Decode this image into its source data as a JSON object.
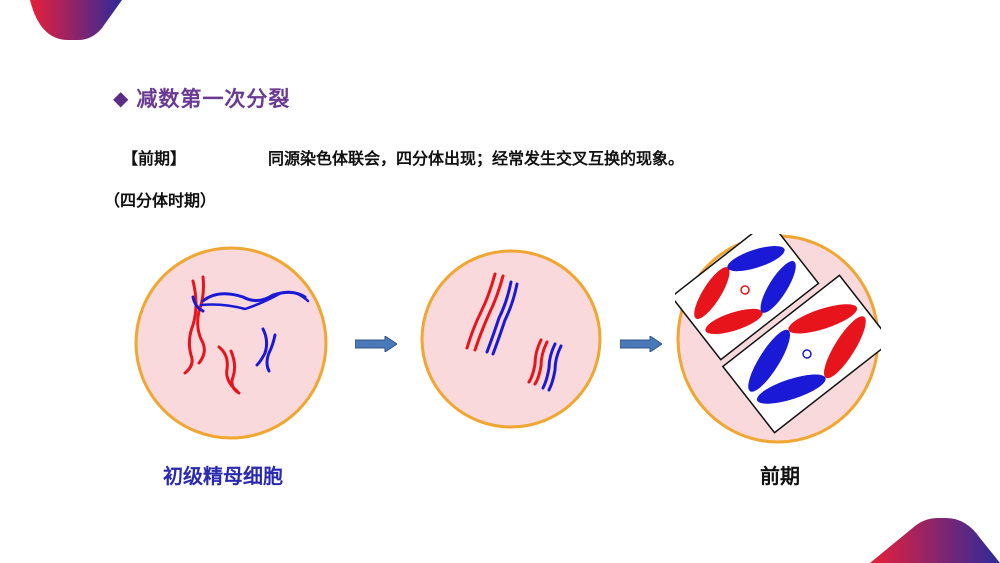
{
  "heading": {
    "title": "减数第一次分裂"
  },
  "stage": {
    "label": "【前期】",
    "description": "同源染色体联会，四分体出现；经常发生交叉互换的现象。",
    "note": "（四分体时期）"
  },
  "captions": {
    "left": "初级精母细胞",
    "right": "前期"
  },
  "colors": {
    "cell_fill": "#f9d9dc",
    "cell_border": "#f0a630",
    "chromosome_red": "#e8141c",
    "chromosome_blue": "#1a1ad6",
    "arrow": "#4a78b8",
    "heading": "#6a3a93"
  }
}
